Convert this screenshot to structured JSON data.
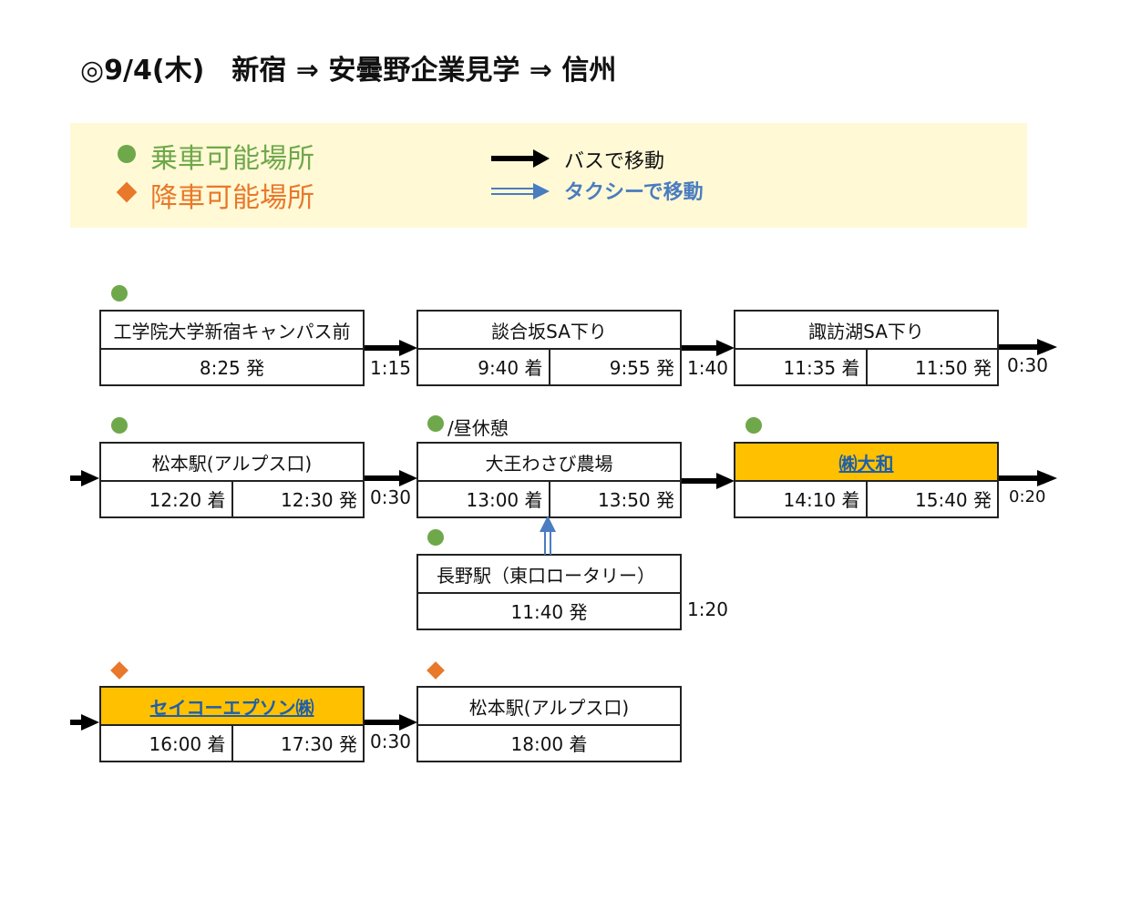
{
  "header": {
    "title": "◎9/4(木)　新宿 ⇒ 安曇野企業見学 ⇒ 信州"
  },
  "legend": {
    "pickup_label": "乗車可能場所",
    "dropoff_label": "降車可能場所",
    "bus_label": "バスで移動",
    "taxi_label": "タクシーで移動",
    "colors": {
      "pickup": "#6fa84a",
      "dropoff": "#e8782a",
      "taxi": "#4a7cc0",
      "highlight": "#ffc000",
      "background": "#fff9d6"
    }
  },
  "stops": [
    {
      "name": "工学院大学新宿キャンパス前",
      "times": [
        "8:25 発"
      ],
      "marker": "pickup"
    },
    {
      "name": "談合坂SA下り",
      "times": [
        "9:40 着",
        "9:55 発"
      ]
    },
    {
      "name": "諏訪湖SA下り",
      "times": [
        "11:35 着",
        "11:50 発"
      ]
    },
    {
      "name": "松本駅(アルプス口)",
      "times": [
        "12:20 着",
        "12:30 発"
      ],
      "marker": "pickup"
    },
    {
      "name": "大王わさび農場",
      "times": [
        "13:00 着",
        "13:50 発"
      ],
      "marker": "pickup",
      "note": "/昼休憩"
    },
    {
      "name": "㈱大和",
      "times": [
        "14:10 着",
        "15:40 発"
      ],
      "marker": "pickup",
      "highlight": true
    },
    {
      "name": "長野駅（東口ロータリー）",
      "times": [
        "11:40 発"
      ],
      "marker": "pickup"
    },
    {
      "name": "セイコーエプソン㈱",
      "times": [
        "16:00 着",
        "17:30 発"
      ],
      "marker": "dropoff",
      "highlight": true
    },
    {
      "name": "松本駅(アルプス口)",
      "times": [
        "18:00 着"
      ],
      "marker": "dropoff"
    }
  ],
  "durations": [
    "1:15",
    "1:40",
    "0:30",
    "0:30",
    "0:20",
    "1:20",
    "0:30"
  ]
}
